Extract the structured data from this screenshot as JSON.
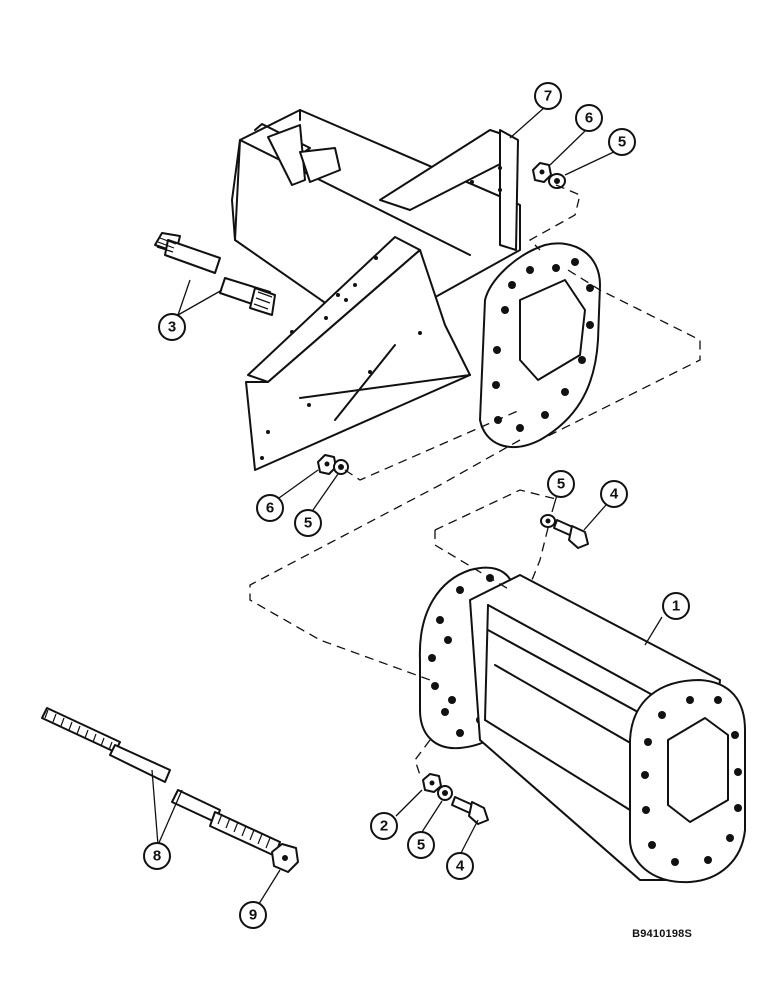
{
  "figure": {
    "reference_code": "B9410198S"
  },
  "callouts": [
    {
      "id": "callout-1",
      "label": "1"
    },
    {
      "id": "callout-2",
      "label": "2"
    },
    {
      "id": "callout-3",
      "label": "3"
    },
    {
      "id": "callout-4-top",
      "label": "4"
    },
    {
      "id": "callout-4-bottom",
      "label": "4"
    },
    {
      "id": "callout-5-top-right",
      "label": "5"
    },
    {
      "id": "callout-5-left",
      "label": "5"
    },
    {
      "id": "callout-5-right",
      "label": "5"
    },
    {
      "id": "callout-5-bottom",
      "label": "5"
    },
    {
      "id": "callout-6-top",
      "label": "6"
    },
    {
      "id": "callout-6-left",
      "label": "6"
    },
    {
      "id": "callout-7",
      "label": "7"
    },
    {
      "id": "callout-8",
      "label": "8"
    },
    {
      "id": "callout-9",
      "label": "9"
    }
  ]
}
